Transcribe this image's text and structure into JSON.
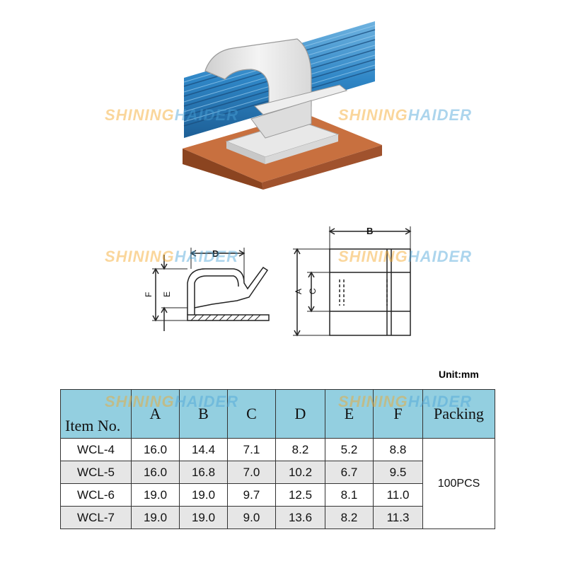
{
  "watermark": {
    "part1": "SHINING",
    "part2": "HAIDER"
  },
  "colors": {
    "cable_blue": "#2f86c6",
    "base_brown": "#a0522d",
    "header_blue": "#93cfe0",
    "row_shade": "#e6e6e6"
  },
  "diagram": {
    "labels": {
      "A": "A",
      "B": "B",
      "C": "C",
      "D": "D",
      "E": "E",
      "F": "F"
    }
  },
  "unit": "Unit:mm",
  "table": {
    "headers": [
      "Item No.",
      "A",
      "B",
      "C",
      "D",
      "E",
      "F",
      "Packing"
    ],
    "rows": [
      [
        "WCL-4",
        "16.0",
        "14.4",
        "7.1",
        "8.2",
        "5.2",
        "8.8"
      ],
      [
        "WCL-5",
        "16.0",
        "16.8",
        "7.0",
        "10.2",
        "6.7",
        "9.5"
      ],
      [
        "WCL-6",
        "19.0",
        "19.0",
        "9.7",
        "12.5",
        "8.1",
        "11.0"
      ],
      [
        "WCL-7",
        "19.0",
        "19.0",
        "9.0",
        "13.6",
        "8.2",
        "11.3"
      ]
    ],
    "packing": "100PCS"
  }
}
